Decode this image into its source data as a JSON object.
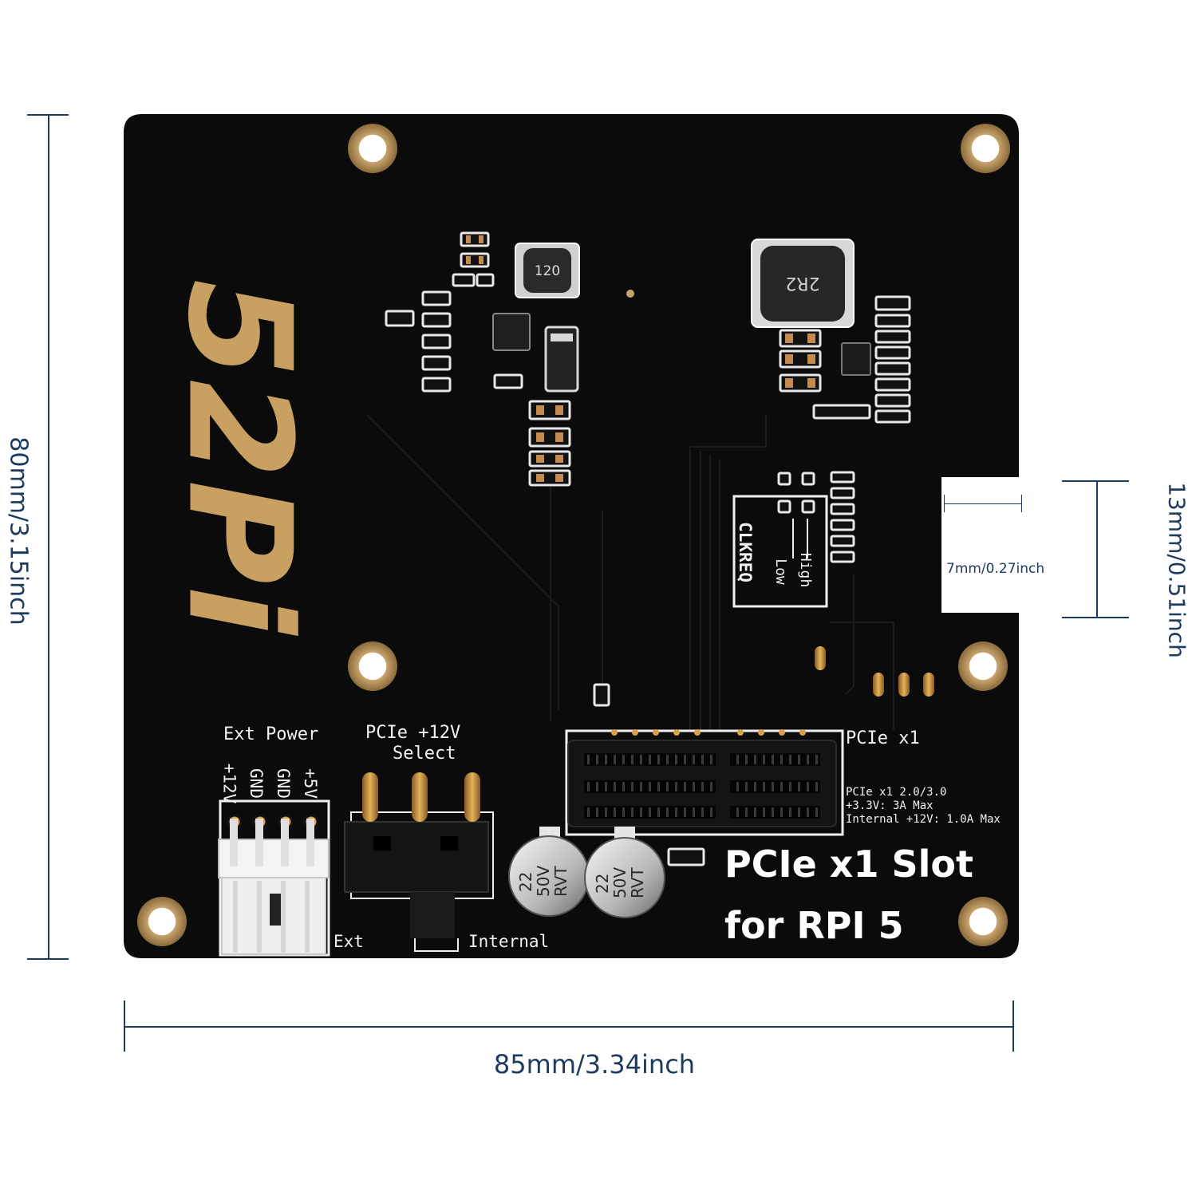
{
  "dimensions": {
    "height": "80mm/3.15inch",
    "width": "85mm/3.34inch",
    "notch_height": "13mm/0.51inch",
    "notch_depth": "7mm/0.27inch"
  },
  "board": {
    "logo": "52Pi",
    "ext_power": {
      "title": "Ext  Power",
      "pins": [
        "+12V",
        "GND",
        "GND",
        "+5V"
      ],
      "ext_label": "Ext"
    },
    "pcie_select": {
      "title_line1": "PCIe  +12V",
      "title_line2": "Select",
      "internal_label": "Internal"
    },
    "clkreq": {
      "title": "CLKREQ",
      "high": "High",
      "low": "Low"
    },
    "slot": {
      "label": "PCIe  x1",
      "spec_line1": "PCIe  x1  2.0/3.0",
      "spec_line2": "+3.3V:  3A  Max",
      "spec_line3": "Internal  +12V:  1.0A  Max"
    },
    "title_line1": "PCIe x1 Slot",
    "title_line2": "for RPI 5",
    "inductor_small": "120",
    "inductor_large": "2R2",
    "capacitor": {
      "value": "22",
      "voltage": "50V",
      "series": "RVT"
    }
  },
  "colors": {
    "pcb": "#0c0c0c",
    "dimension": "#1d3a5f",
    "logo_gold": "#c8a062"
  }
}
